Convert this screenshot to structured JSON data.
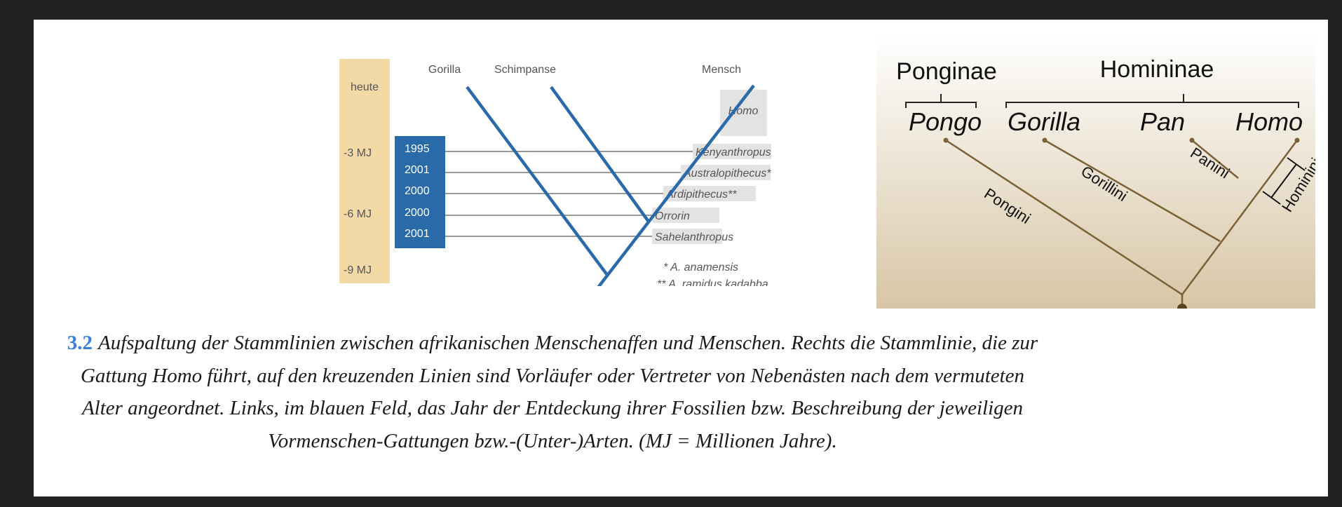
{
  "left_figure": {
    "species": [
      "Gorilla",
      "Schimpanse",
      "Mensch"
    ],
    "genus_box": "Homo",
    "time_labels": [
      "heute",
      "-3 MJ",
      "-6 MJ",
      "-9 MJ"
    ],
    "years": [
      "1995",
      "2001",
      "2000",
      "2000",
      "2001"
    ],
    "fossils": [
      "Kenyanthropus",
      "Australopithecus*",
      "Ardipithecus**",
      "Orrorin",
      "Sahelanthropus"
    ],
    "footnotes": [
      "* A. anamensis",
      "** A. ramidus kadabba"
    ],
    "colors": {
      "timeline_bg": "#f2d9a6",
      "year_box": "#2b6aa8",
      "branch": "#2b6aa8",
      "label_bg": "#e3e3e3"
    }
  },
  "right_figure": {
    "subfamilies": [
      "Ponginae",
      "Homininae"
    ],
    "genera": [
      "Pongo",
      "Gorilla",
      "Pan",
      "Homo"
    ],
    "tribes": [
      "Pongini",
      "Gorillini",
      "Panini",
      "Hominini"
    ],
    "colors": {
      "line": "#7a6136",
      "bg_top": "#ffffff",
      "bg_bottom": "#d8c6a6"
    }
  },
  "caption": {
    "number": "3.2",
    "text": "Aufspaltung der Stammlinien zwischen afrikanischen Menschenaffen und Menschen. Rechts die Stammlinie, die zur Gattung Homo führt, auf den kreuzenden Linien sind Vorläufer oder Vertreter von Nebenästen nach dem vermuteten Alter angeordnet. Links, im blauen Feld, das Jahr der Entdeckung ihrer Fossilien bzw. Beschreibung der jeweiligen Vormenschen-Gattungen bzw.-(Unter-)Arten. (MJ = Millionen Jahre)."
  }
}
